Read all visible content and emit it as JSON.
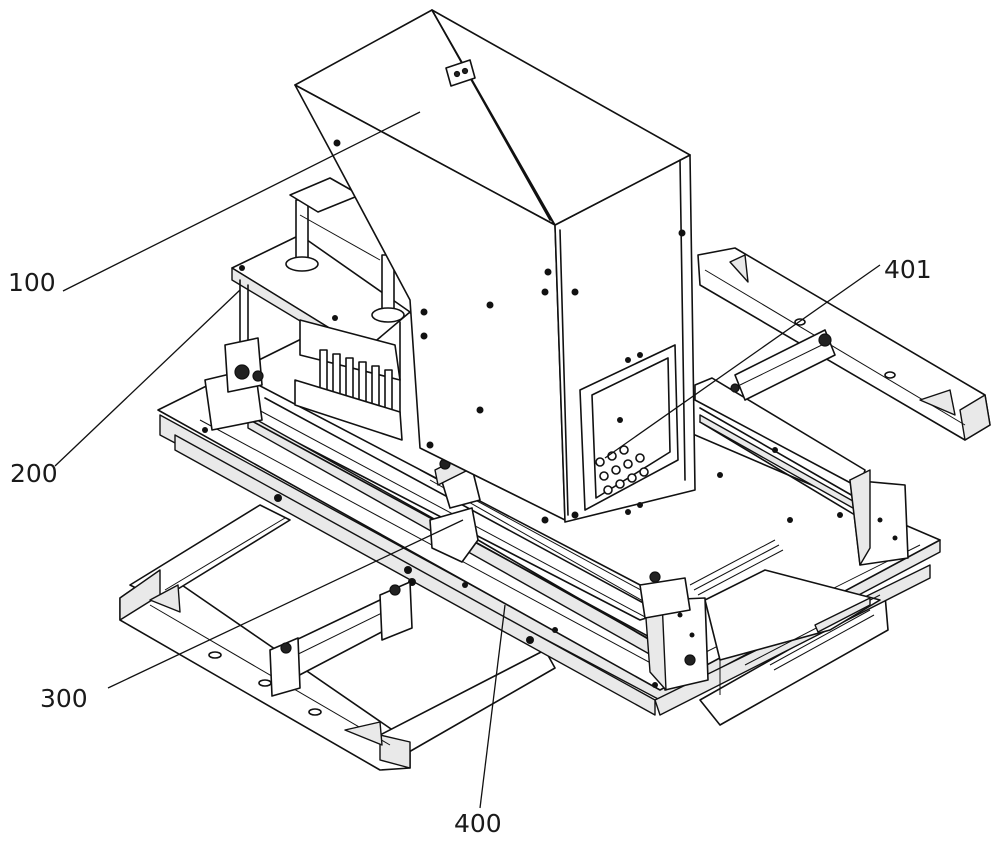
{
  "figure": {
    "labels": [
      {
        "id": "label-100",
        "text": "100"
      },
      {
        "id": "label-200",
        "text": "200"
      },
      {
        "id": "label-300",
        "text": "300"
      },
      {
        "id": "label-400",
        "text": "400"
      },
      {
        "id": "label-401",
        "text": "401"
      }
    ]
  }
}
